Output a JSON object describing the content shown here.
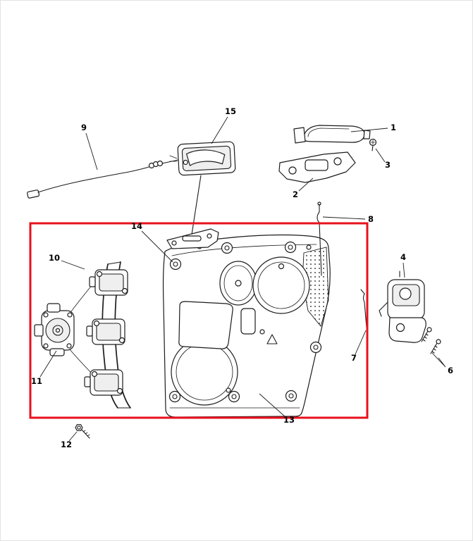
{
  "diagram": {
    "description": "Exploded parts diagram of a vehicle rear door panel: handles, latch, window regulator module",
    "callouts": [
      "1",
      "2",
      "3",
      "4",
      "6",
      "7",
      "8",
      "9",
      "10",
      "11",
      "12",
      "13",
      "14",
      "15"
    ],
    "highlight_color": "#e8111c",
    "line_color": "#1c1c1c",
    "background_color": "#ffffff"
  }
}
